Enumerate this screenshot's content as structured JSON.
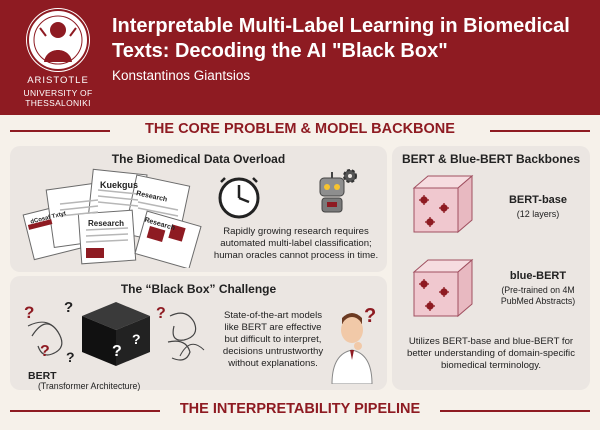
{
  "header": {
    "title": "Interpretable Multi-Label Learning in Biomedical Texts: Decoding the AI \"Black Box\"",
    "author": "Konstantinos Giantsios",
    "logo_line1": "ARISTOTLE",
    "logo_line2": "UNIVERSITY OF",
    "logo_line3": "THESSALONIKI"
  },
  "section1": {
    "heading": "THE CORE PROBLEM & MODEL BACKBONE"
  },
  "overload": {
    "title": "The Biomedical Data Overload",
    "paper_labels": [
      "Research",
      "Research",
      "Research",
      "Kuekgus",
      "dCosaf Txtyt"
    ],
    "desc": "Rapidly growing research requires automated multi-label classification; human oracles cannot process in time."
  },
  "blackbox": {
    "title": "The “Black Box” Challenge",
    "bert_label": "BERT",
    "bert_sub": "(Transformer Architecture)",
    "desc": "State-of-the-art models like BERT are effective but difficult to interpret, decisions untrustworthy without explanations."
  },
  "backbones": {
    "title": "BERT & Blue-BERT Backbones",
    "bert_name": "BERT-base",
    "bert_detail": "(12 layers)",
    "blue_name": "blue-BERT",
    "blue_detail_1": "(Pre-trained on 4M",
    "blue_detail_2": "PubMed Abstracts)",
    "desc": "Utilizes BERT-base and blue-BERT for better understanding of domain-specific biomedical terminology."
  },
  "section2": {
    "heading": "THE INTERPRETABILITY PIPELINE"
  },
  "colors": {
    "brand": "#8e1b22",
    "card": "#ebe6e2",
    "background": "#f6f1ea",
    "cube": "#f0c8cf"
  },
  "icons": [
    "university-seal-icon",
    "clock-icon",
    "robot-gear-icon",
    "black-box-cube-icon",
    "question-mark-icon",
    "thinking-scientist-icon",
    "neural-cube-icon"
  ]
}
